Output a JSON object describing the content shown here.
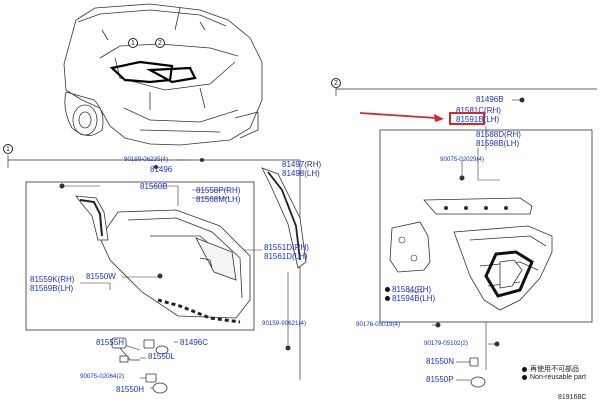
{
  "diagram_no": "819168C",
  "section_markers": {
    "one": "1",
    "two": "2"
  },
  "car_markers": {
    "a": "1",
    "b": "2"
  },
  "accent_color": "#1a33c8",
  "highlight_color": "#d9262b",
  "highlighted_part": "81591B",
  "parts_left": {
    "p90189": "90189-06235(4)",
    "p81496": "81496",
    "p81560B": "81560B",
    "p81558P": "81558P(RH)",
    "p81568M": "81568M(LH)",
    "p81497": "81497(RH)",
    "p81498": "81498(LH)",
    "p81551D": "81551D(RH)",
    "p81561D": "81561D(LH)",
    "p81559K": "81559K(RH)",
    "p81569B": "81569B(LH)",
    "p81550W": "81550W",
    "p90159": "90159-90621(4)",
    "p81555H": "81555H",
    "p81496C": "81496C",
    "p81550L": "81550L",
    "p90075a": "90075-02064(2)",
    "p81550H": "81550H"
  },
  "parts_right": {
    "p81496B": "81496B",
    "p81581C": "81581C(RH)",
    "p81591B": "81591B(LH)",
    "p81588D": "81588D(RH)",
    "p81598B": "81598B(LH)",
    "p90075b": "90075-02029(4)",
    "p81584": "81584(RH)",
    "p81594B": "81594B(LH)",
    "p90176": "90176-05019(4)",
    "p90179": "90179-05102(2)",
    "p81550N": "81550N",
    "p81550P": "81550P"
  },
  "legend": {
    "line1": "再使用不可部品",
    "line2": "Non-reusable part"
  }
}
